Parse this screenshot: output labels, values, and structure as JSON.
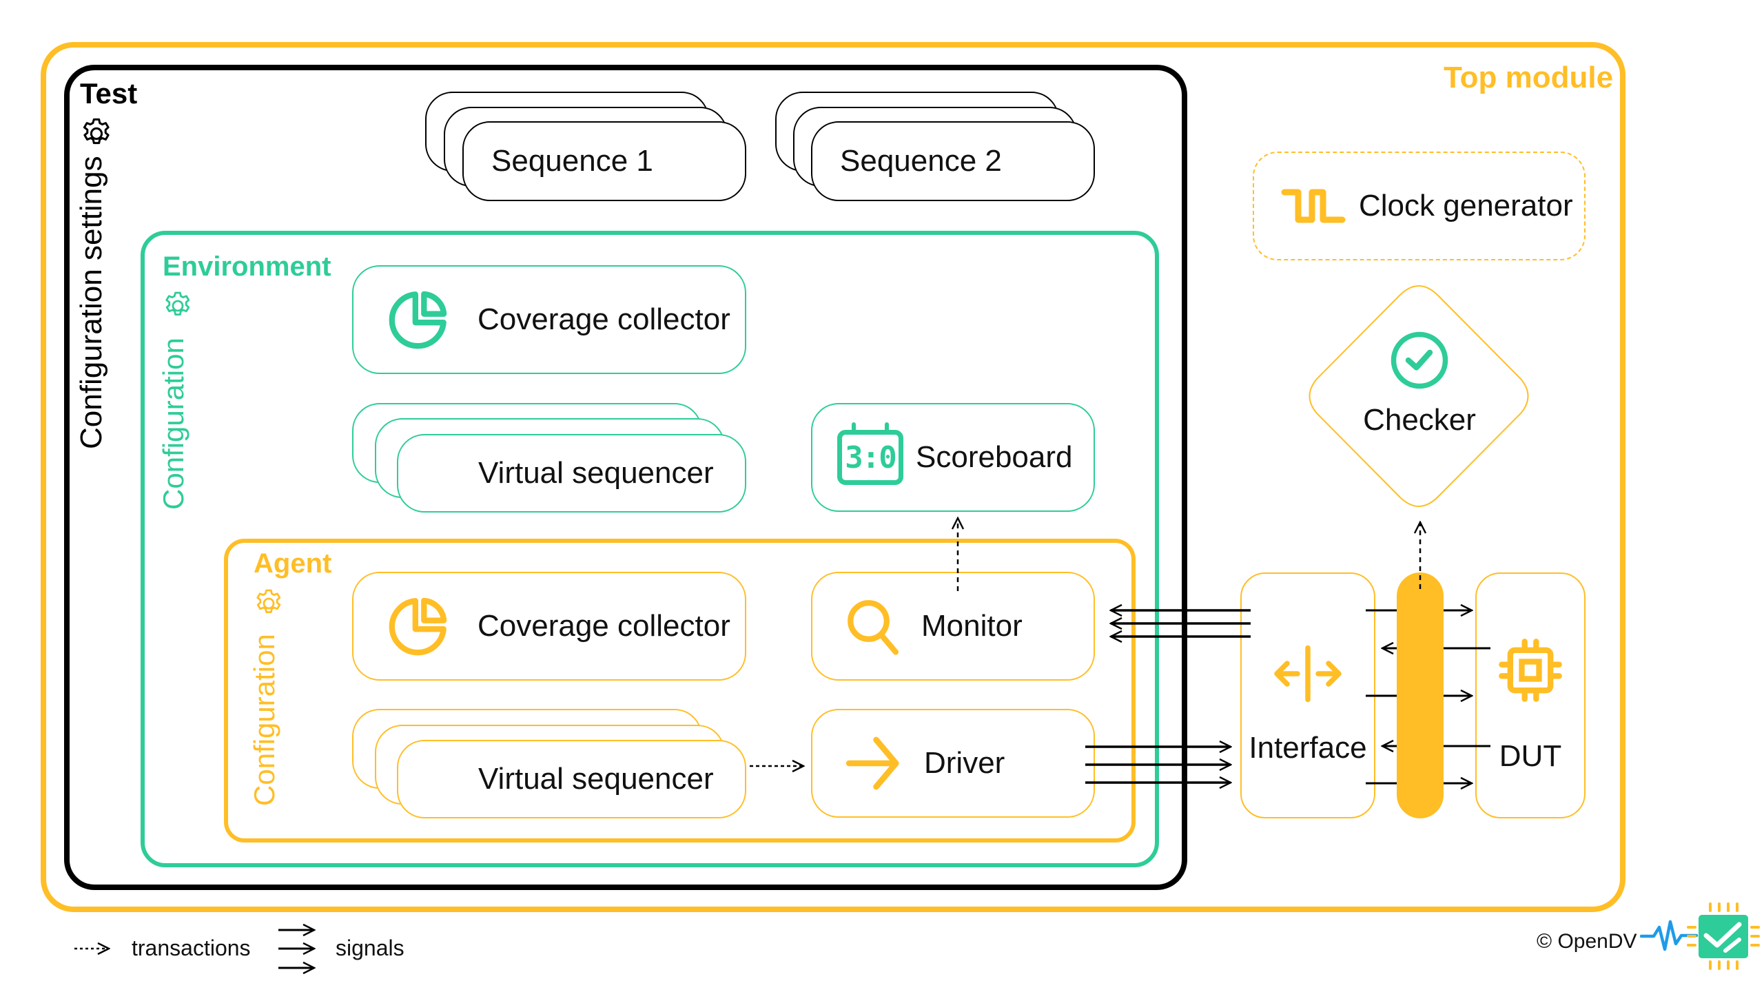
{
  "colors": {
    "yellow": "#FFBE26",
    "green": "#2ECC99",
    "black": "#000000",
    "blue": "#1E9BE8"
  },
  "top_module": {
    "title": "Top module"
  },
  "test": {
    "title": "Test",
    "config_label": "Configuration settings"
  },
  "sequences": [
    {
      "label": "Sequence 1"
    },
    {
      "label": "Sequence 2"
    }
  ],
  "environment": {
    "title": "Environment",
    "config_label": "Configuration",
    "coverage_collector": "Coverage collector",
    "virtual_sequencer": "Virtual sequencer",
    "scoreboard": "Scoreboard",
    "scoreboard_icon_text": "3:0"
  },
  "agent": {
    "title": "Agent",
    "config_label": "Configuration",
    "coverage_collector": "Coverage collector",
    "virtual_sequencer": "Virtual sequencer",
    "monitor": "Monitor",
    "driver": "Driver"
  },
  "clock_generator": {
    "label": "Clock generator"
  },
  "checker": {
    "label": "Checker"
  },
  "interface": {
    "label": "Interface"
  },
  "dut": {
    "label": "DUT"
  },
  "legend": {
    "transactions": "transactions",
    "signals": "signals"
  },
  "footer": {
    "copyright": "© OpenDV"
  }
}
